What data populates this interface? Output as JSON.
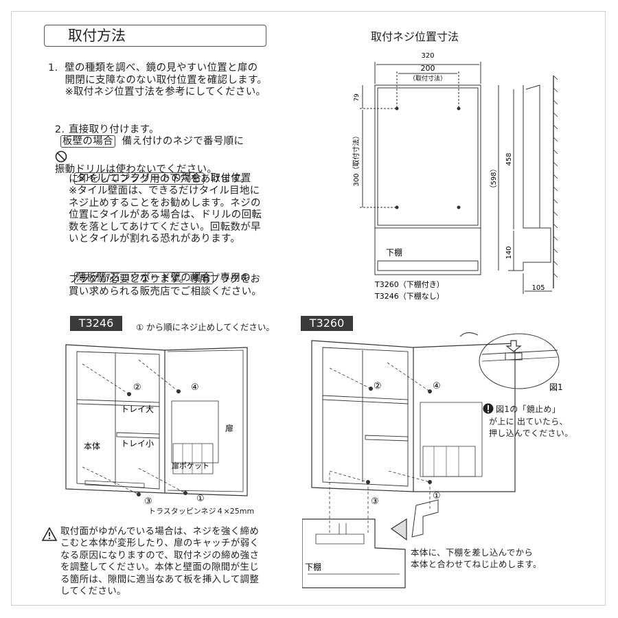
{
  "section_title": "取付方法",
  "diagram_title": "取付ネジ位置寸法",
  "steps": {
    "step1": "1.  壁の種類を調べ、鏡の見やすい位置と扉の\n     開閉に支障なのない取付位置を確認します。\n     ※取付ネジ位置寸法を参考にしてください。",
    "step2_label": "2.",
    "plank_tag": "板壁の場合",
    "plank_text_1": "  備え付けのネジで番号順に",
    "plank_text_2": "直接取り付けます。",
    "no_drill": "振動ドリルは使わないでください。",
    "tile_tag": "タイル/コンクリートの場合",
    "tile_text_1": "  取付位置",
    "tile_text_rest": "に印をしてプラグ用の下穴をあけます。\n※タイル壁面は、できるだけタイル目地に\nネジ止めすることをお勧めします。ネジの\n位置にタイルがある場合は、ドリルの回転\n数を落としてあけてください。回転数が早\nいとタイルが割れる恐れがあります。",
    "thin_tag": "薄板壁/石コウボード壁の場合",
    "thin_text_1": "  専用の",
    "thin_text_rest": "プラグが必要となります。専用プラグをお\n買い求められる販売店でご相談ください。"
  },
  "dimensions": {
    "d320": "320",
    "d200": "200",
    "d200_note": "（取付寸法）",
    "d79": "79",
    "d300": "300（取付寸法）",
    "d458": "458",
    "d598": "（598）",
    "d140": "140",
    "d105": "105",
    "shelf_label": "下棚",
    "model_note_1": "T3260（下棚付き）",
    "model_note_2": "T3246（下棚なし）"
  },
  "t3246": {
    "tag": "T3246",
    "instruction": "① から順にネジ止めしてください。",
    "labels": {
      "tray_large": "トレイ大",
      "tray_small": "トレイ小",
      "body": "本体",
      "door": "扉",
      "door_pocket": "扉ポケット",
      "n1": "①",
      "n2": "②",
      "n3": "③",
      "n4": "④"
    },
    "screw_spec": "トラスタッピンネジ４×25mm"
  },
  "t3260": {
    "tag": "T3260",
    "fig_label": "図1",
    "fig_note": "図1の「鏡止め」\nが上に 出ていたら、\n押し込んでください。",
    "n1": "①",
    "n2": "②",
    "n3": "③",
    "n4": "④",
    "shelf_label": "下棚",
    "shelf_instruction": "本体に、下棚を差し込んでから\n本体と合わせてねじ止めします。"
  },
  "warning": {
    "text": "取付面がゆがんでいる場合は、ネジを強く締め\nこむと本体が変形したり、扉のキャッチが弱く\nなる原因になりますので、取付ネジの締め強さ\nを調整してください。本体と壁面の隙間が生じ\nる箇所は、隙間に適当なあて板を挿入して調整\nしてください。"
  },
  "colors": {
    "line": "#333333",
    "tag_bg": "#3a3a3a",
    "frame": "#cfcfcf"
  }
}
